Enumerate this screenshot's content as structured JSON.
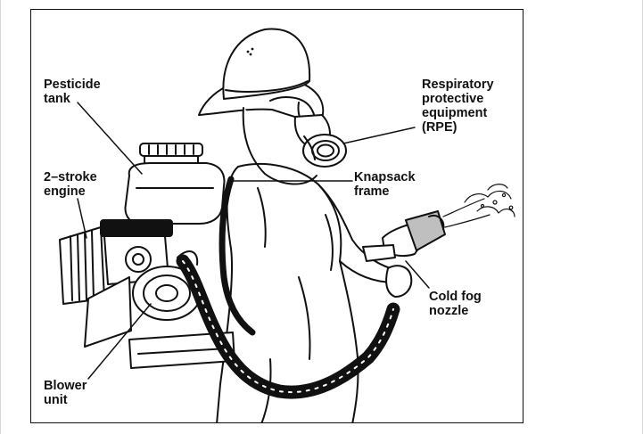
{
  "diagram": {
    "labels": {
      "pesticide_tank": "Pesticide\ntank",
      "engine": "2–stroke\nengine",
      "blower_unit": "Blower\nunit",
      "rpe": "Respiratory\nprotective\nequipment\n(RPE)",
      "knapsack_frame": "Knapsack\nframe",
      "cold_fog_nozzle": "Cold fog\nnozzle"
    },
    "colors": {
      "ink": "#111111",
      "paper": "#ffffff",
      "nozzle_fill": "#bfbfbf"
    }
  }
}
